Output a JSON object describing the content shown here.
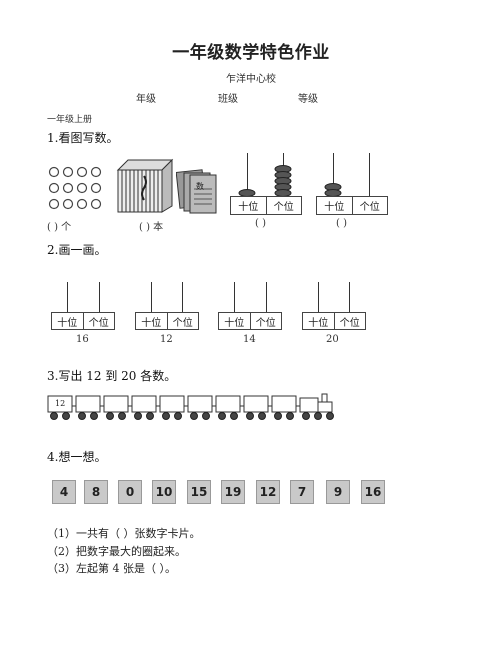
{
  "header": {
    "title": "一年级数学特色作业",
    "school": "乍洋中心校",
    "grade_label": "年级",
    "class_label": "班级",
    "level_label": "等级",
    "volume": "一年级上册"
  },
  "section1": {
    "heading": "1.看图写数。",
    "answers": [
      "(    ) 个",
      "(    ) 本",
      "(    )",
      "(    )"
    ],
    "book_cover_text": "数",
    "place_tens": "十位",
    "place_ones": "个位"
  },
  "section2": {
    "heading": "2.画一画。",
    "numbers": [
      "16",
      "12",
      "14",
      "20"
    ]
  },
  "section3": {
    "heading": "3.写出 12 到 20 各数。",
    "first_car": "12"
  },
  "section4": {
    "heading": "4.想一想。",
    "cards": [
      "4",
      "8",
      "0",
      "10",
      "15",
      "19",
      "12",
      "7",
      "9",
      "16"
    ],
    "questions": [
      "（1）一共有（  ）张数字卡片。",
      "（2）把数字最大的圈起来。",
      "（3）左起第 4 张是（       ）。"
    ]
  }
}
